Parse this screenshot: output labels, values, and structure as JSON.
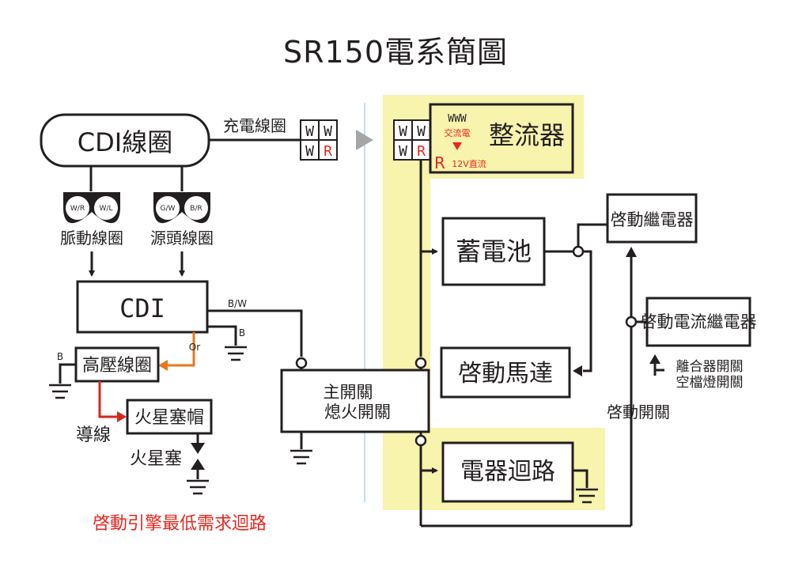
{
  "title": "SR150電系簡圖",
  "left": {
    "cdi_coil": "CDI線圈",
    "charging_coil": "充電線圈",
    "charging_coil_terminals": [
      "W",
      "W",
      "W",
      "R"
    ],
    "pulse_coil": {
      "label": "脈動線圈",
      "wires": [
        "W/R",
        "W/L"
      ]
    },
    "source_coil": {
      "label": "源頭線圈",
      "wires": [
        "G/W",
        "B/R"
      ]
    },
    "cdi": "CDI",
    "wire_bw": "B/W",
    "wire_b": "B",
    "wire_or": "Or",
    "ground_b": "B",
    "ignition_coil": "高壓線圈",
    "spark_plug_cap": "火星塞帽",
    "lead_wire": "導線",
    "spark_plug": "火星塞",
    "min_circuit_caption": "啓動引擎最低需求迴路"
  },
  "right": {
    "rectifier_terminals": [
      "W",
      "W",
      "W",
      "R"
    ],
    "rectifier_input": "WWW",
    "ac_label": "交流電",
    "rectifier": "整流器",
    "dc_r": "R",
    "dc_label": "12V直流",
    "battery": "蓄電池",
    "starter_relay": "啓動繼電器",
    "start_current_relay": "啓動電流繼電器",
    "clutch_switch_line1": "離合器開關",
    "clutch_switch_line2": "空檔燈開關",
    "starter_motor": "啓動馬達",
    "main_switch_line1": "主開關",
    "main_switch_line2": "熄火開關",
    "start_switch": "啓動開關",
    "electrical_circuit": "電器迴路"
  },
  "colors": {
    "wire": "#231f20",
    "highlight": "#f8f3ad",
    "red_text": "#e8261c",
    "orange_wire": "#e8761c",
    "red_wire": "#d7261c",
    "divider": "#b7d3e8",
    "arrow_gray": "#a6a6a6"
  }
}
